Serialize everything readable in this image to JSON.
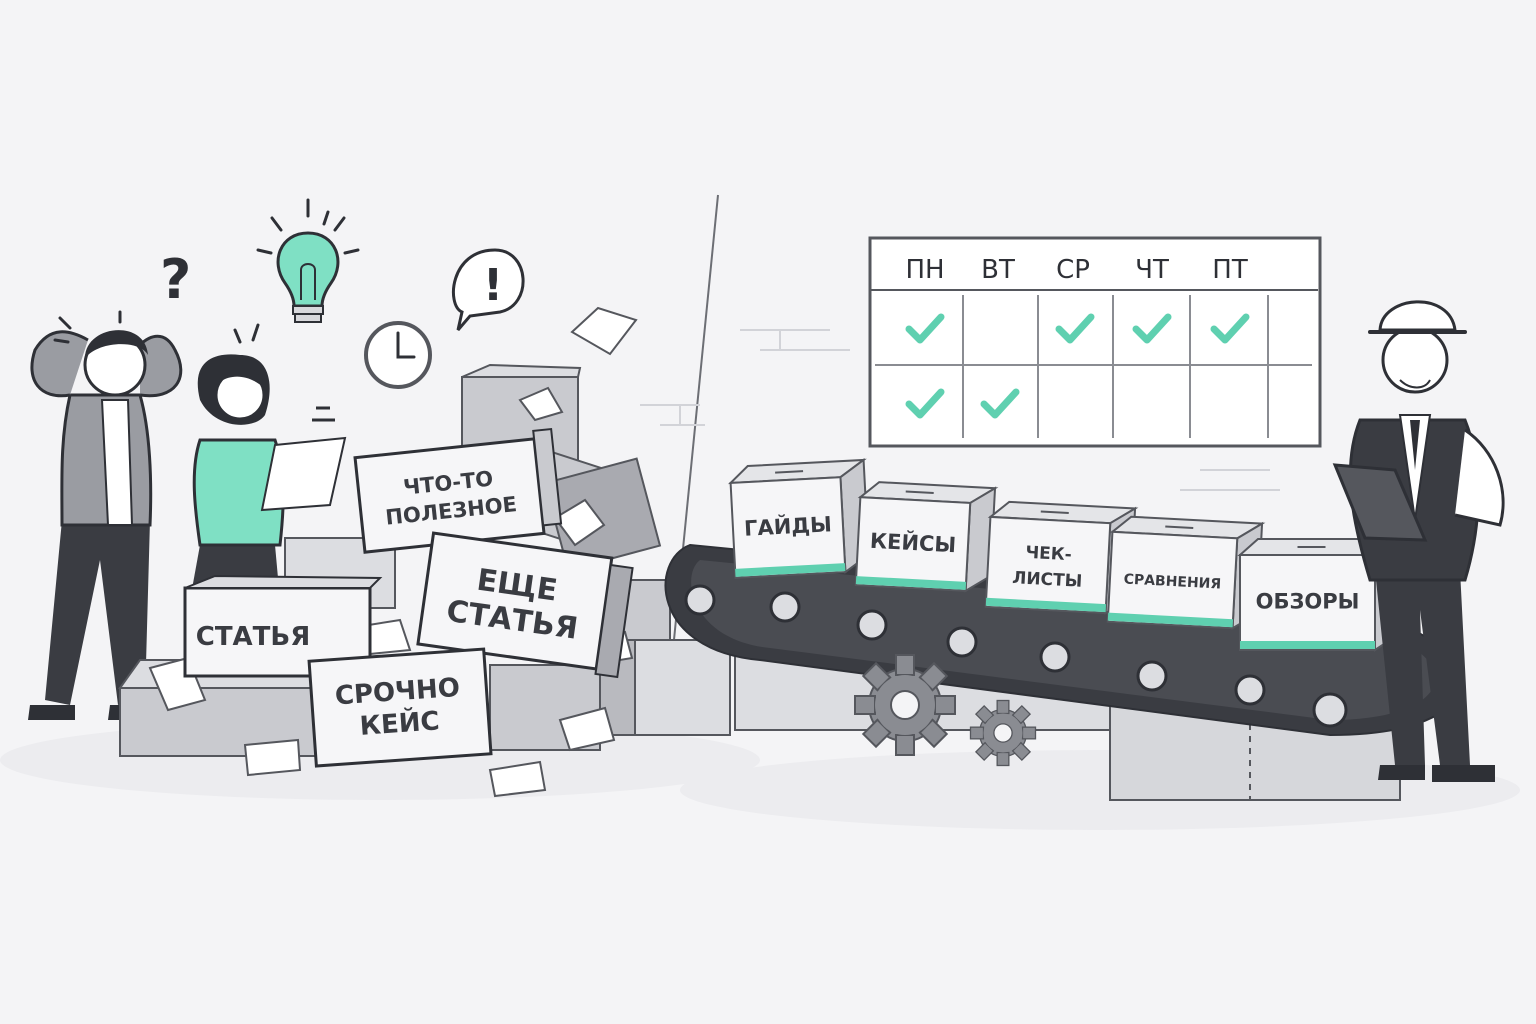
{
  "chaos": {
    "question_mark": "?",
    "exclamation_mark": "!",
    "sign_useful": [
      "ЧТО-ТО",
      "ПОЛЕЗНОЕ"
    ],
    "sign_another": [
      "ЕЩЕ",
      "СТАТЬЯ"
    ],
    "sign_article": "СТАТЬЯ",
    "sign_urgent": [
      "СРОЧНО",
      "КЕЙС"
    ]
  },
  "schedule": {
    "days": [
      "ПН",
      "ВТ",
      "СР",
      "ЧТ",
      "ПТ"
    ],
    "checked_cells": [
      [
        0,
        0
      ],
      [
        0,
        2
      ],
      [
        0,
        3
      ],
      [
        0,
        4
      ],
      [
        1,
        0
      ],
      [
        1,
        1
      ]
    ]
  },
  "conveyor": {
    "boxes": [
      "ГАЙДЫ",
      "КЕЙСЫ",
      "ЧЕК-ЛИСТЫ",
      "СРАВНЕНИЯ",
      "ОБЗОРЫ"
    ],
    "box_lines": [
      [
        "ГАЙДЫ"
      ],
      [
        "КЕЙСЫ"
      ],
      [
        "ЧЕК-",
        "ЛИСТЫ"
      ],
      [
        "СРАВНЕНИЯ"
      ],
      [
        "ОБЗОРЫ"
      ]
    ]
  },
  "colors": {
    "accent": "#5fd0b0",
    "dark": "#3a3c42",
    "box_front": "#f6f6f8",
    "box_shade": "#c9cacf",
    "background": "#f4f4f6"
  },
  "icons": [
    "question-icon",
    "lightbulb-icon",
    "clock-icon",
    "exclamation-speech-icon",
    "gear-icon",
    "checkmark-icon"
  ]
}
